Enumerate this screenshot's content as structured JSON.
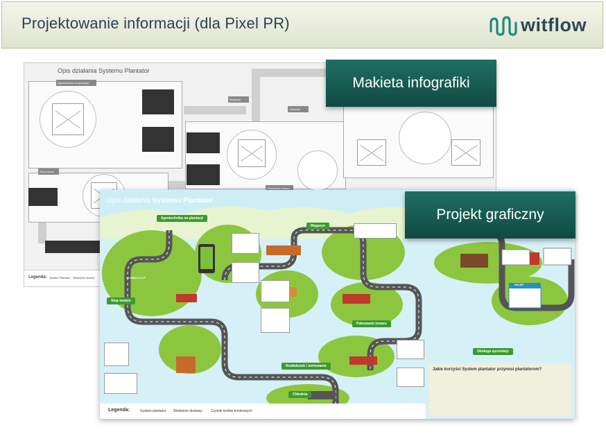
{
  "header": {
    "title": "Projektowanie informacji (dla Pixel PR)",
    "logo_text": "witflow"
  },
  "callouts": {
    "wireframe": "Makieta infografiki",
    "graphic": "Projekt graficzny"
  },
  "wireframe": {
    "title": "Opis działania Systemu Plantator",
    "labels": {
      "agrotechnika": "Agrotechnika na plantacji",
      "magazyn": "Magazyn",
      "chlodnia": "Chłodnia",
      "slup": "Słup towaru",
      "pakowanie": "Pakowanie towaru"
    },
    "legend_title": "Legenda:",
    "legend_items": [
      "System Plantator",
      "Śledzenie dostaw"
    ]
  },
  "graphic": {
    "title_plain": "Opis działania",
    "title_bold": "Systemu Plantator",
    "labels": {
      "agrotechnika": "Agrotechnika na plantacji",
      "magazyn": "Magazyn",
      "slup": "Słup towaru",
      "pakowanie": "Pakowanie towaru",
      "rozladunek": "Rozładunek i sortowanie",
      "chlodnia": "Chłodnia",
      "obsluga": "Obsługa sprzedaży",
      "sklep": "SKLEP",
      "globalgap": "GLOBALG.A.P"
    },
    "benefits_title": "Jakie korzyści System plantator przynosi plantatorom?",
    "legend_title": "Legenda:",
    "legend_items": [
      "System plantator",
      "Śledzenie dostawy",
      "Czytnik kodów kreskowych"
    ]
  },
  "colors": {
    "callout": "#14564d",
    "grass": "#8cc63f",
    "road": "#555555",
    "sky": "#d6f0f7",
    "label_green": "#3c9a2f"
  }
}
